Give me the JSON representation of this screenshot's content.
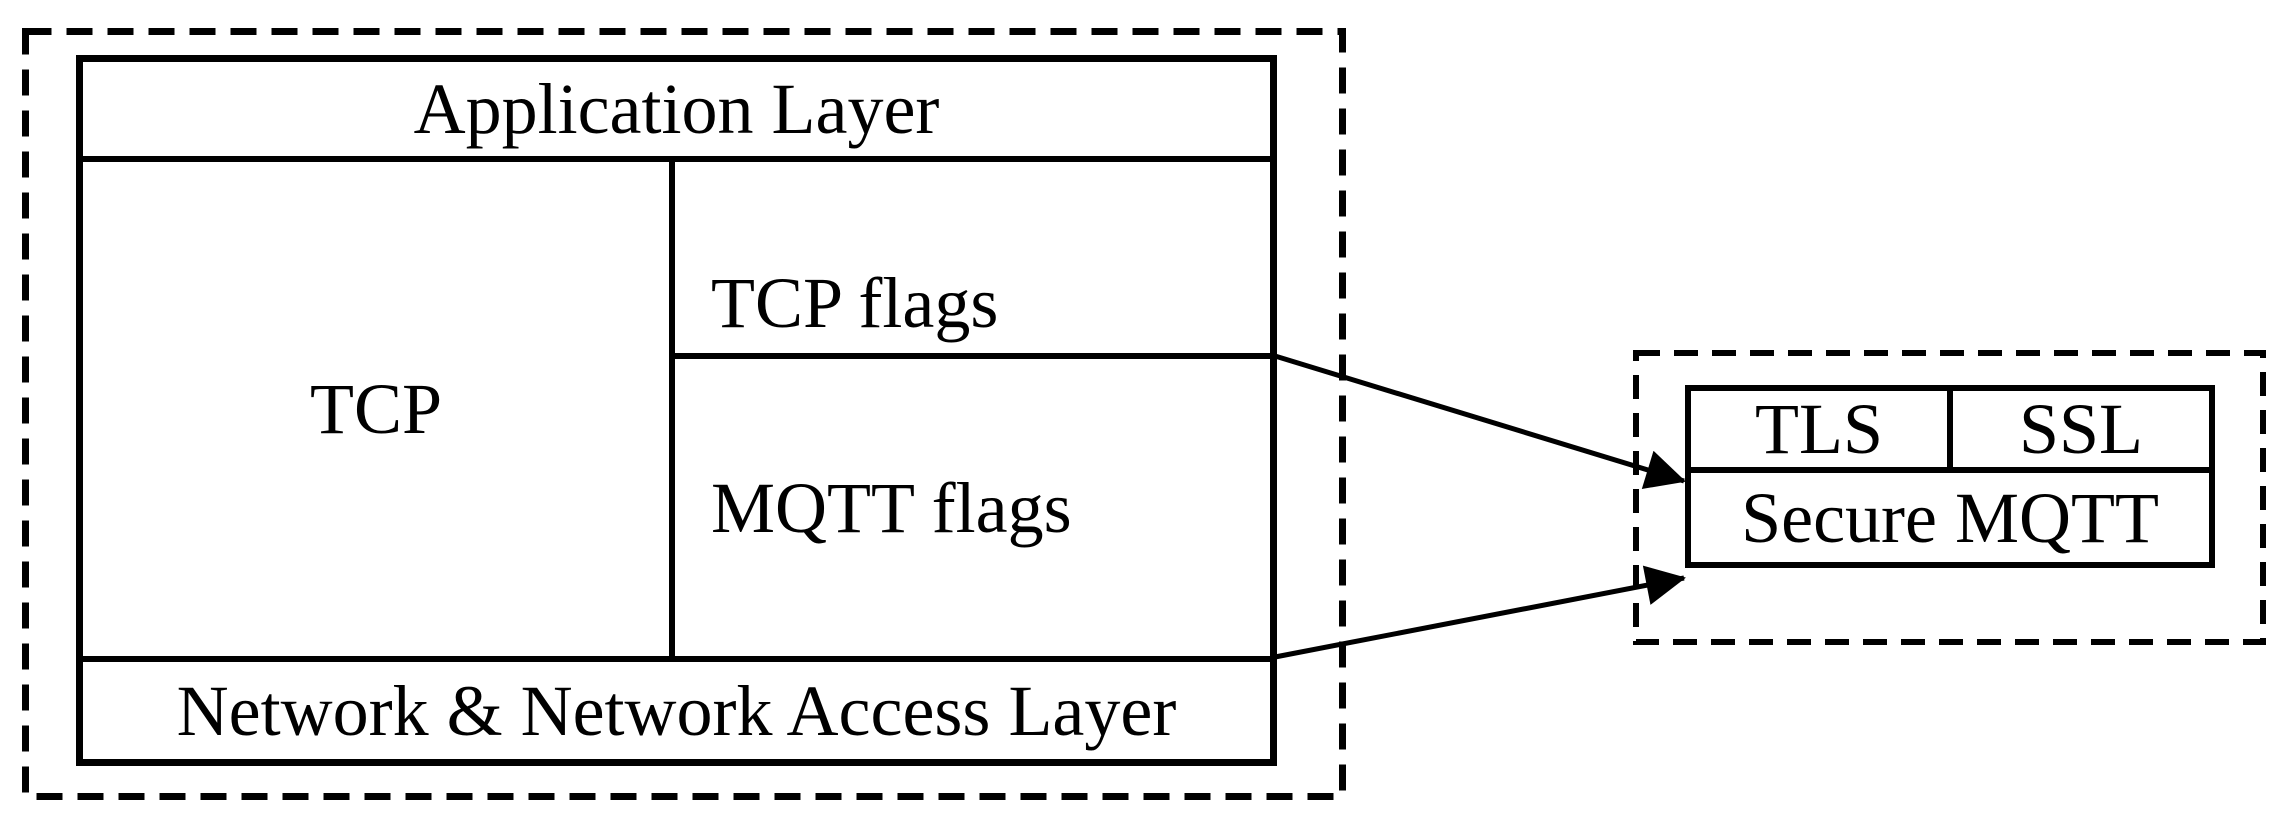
{
  "left_panel": {
    "application_layer": "Application Layer",
    "tcp": "TCP",
    "tcp_flags": "TCP flags",
    "mqtt_flags": "MQTT flags",
    "network_layer": "Network & Network Access Layer"
  },
  "right_panel": {
    "tls": "TLS",
    "ssl": "SSL",
    "secure_mqtt": "Secure MQTT"
  },
  "colors": {
    "ink": "#000000",
    "background": "#ffffff"
  }
}
